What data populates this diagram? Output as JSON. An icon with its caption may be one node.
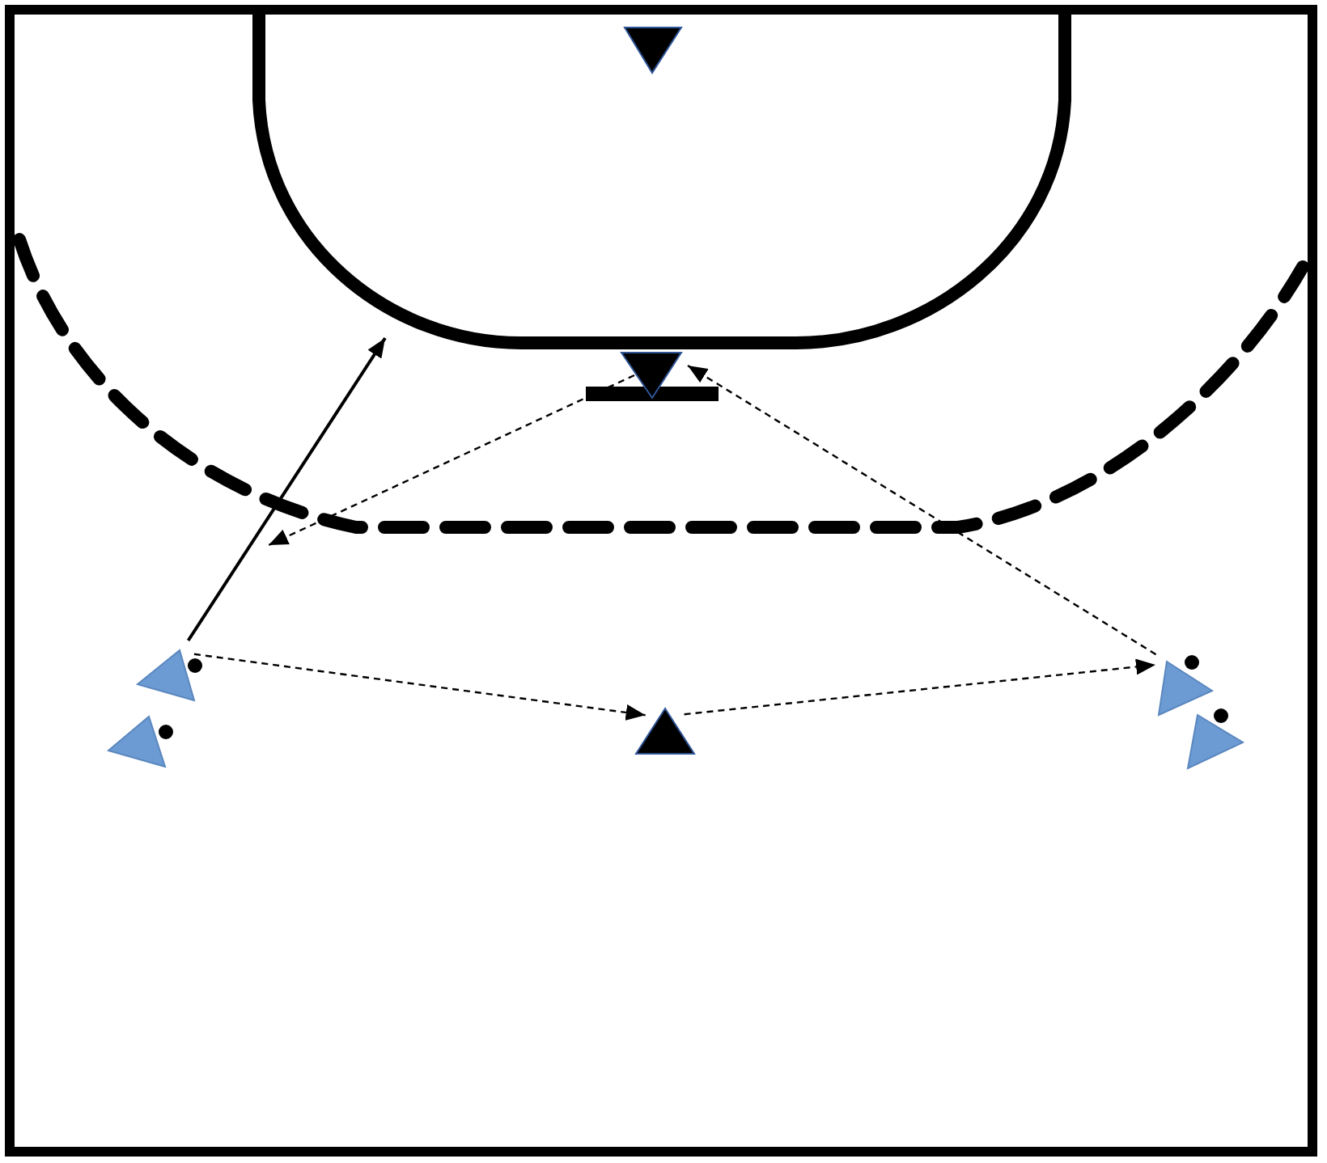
{
  "diagram": {
    "nodes": [
      {
        "text": [],
        "shape": "triangle"
      },
      {
        "text": [],
        "shape": "triangle"
      },
      {
        "text": [],
        "shape": "triangle"
      },
      {
        "text": [],
        "shape": "triangle"
      },
      {
        "text": [],
        "shape": "triangle"
      },
      {
        "text": [],
        "shape": "triangle"
      },
      {
        "text": [],
        "shape": "triangle"
      }
    ],
    "edges": [
      {
        "from": 2,
        "to": 4,
        "arrow": "to",
        "style": "dashed"
      },
      {
        "from": 4,
        "to": 5,
        "arrow": "to",
        "style": "dashed"
      },
      {
        "from": 5,
        "to": 1,
        "arrow": "to",
        "style": "dashed"
      },
      {
        "from": 1,
        "to": null,
        "arrow": "to",
        "style": "dashed"
      },
      {
        "from": 2,
        "to": null,
        "arrow": "to"
      }
    ]
  }
}
